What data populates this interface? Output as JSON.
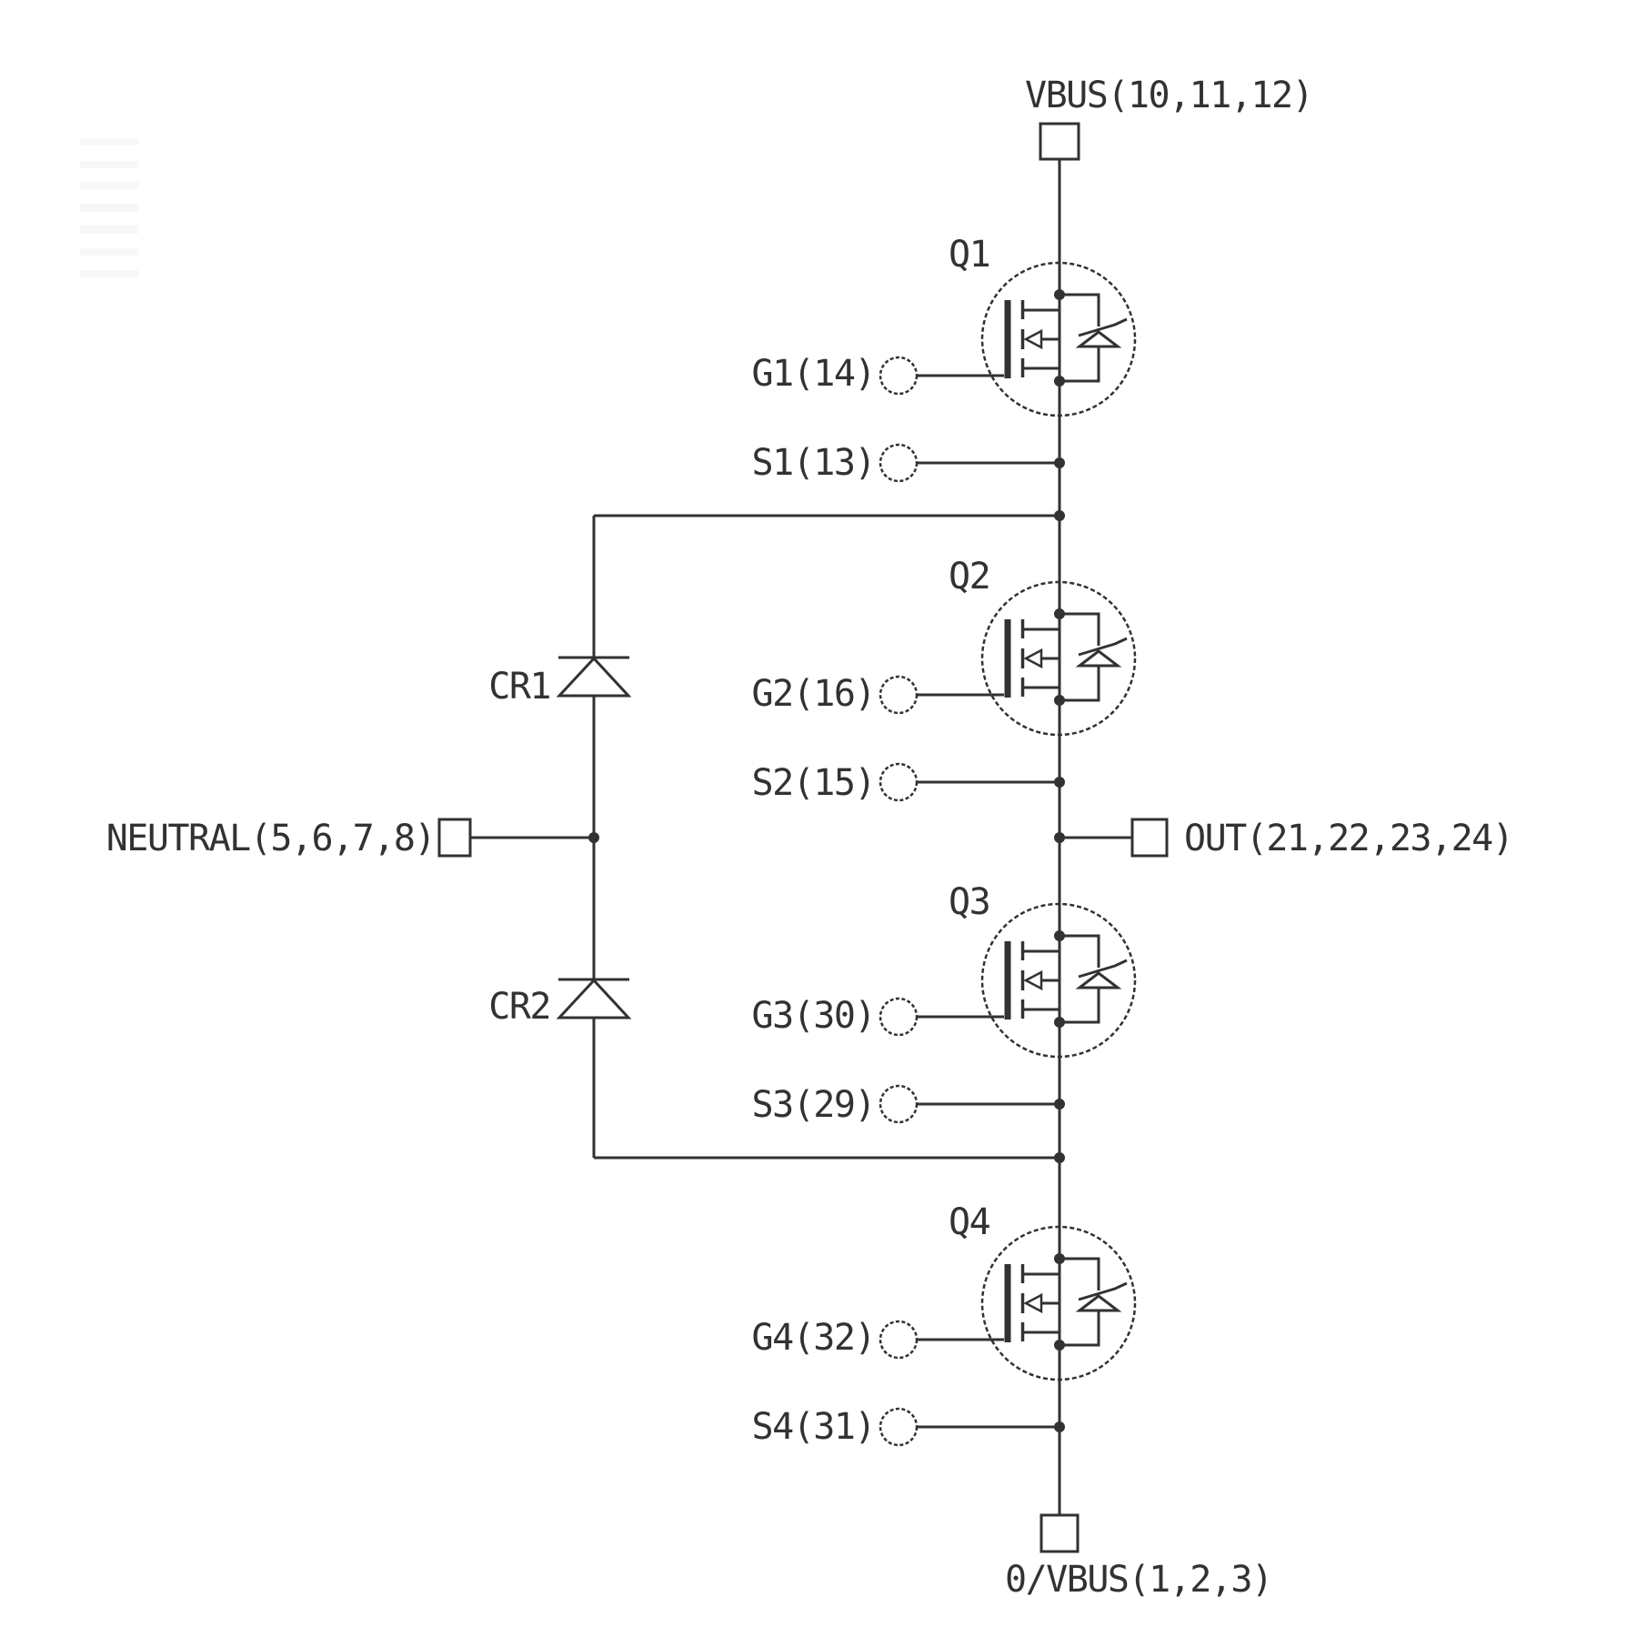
{
  "schematic": {
    "description": "Three-level NPC half-bridge power module schematic with four MOSFETs and two clamp diodes",
    "colors": {
      "line": "#323232",
      "background": "#ffffff"
    },
    "bus_terminals": {
      "vbus": "VBUS(10,11,12)",
      "neutral": "NEUTRAL(5,6,7,8)",
      "out": "OUT(21,22,23,24)",
      "zero_vbus": "0/VBUS(1,2,3)"
    },
    "transistors": [
      {
        "name": "Q1",
        "gate_pin": "G1(14)",
        "source_pin": "S1(13)"
      },
      {
        "name": "Q2",
        "gate_pin": "G2(16)",
        "source_pin": "S2(15)"
      },
      {
        "name": "Q3",
        "gate_pin": "G3(30)",
        "source_pin": "S3(29)"
      },
      {
        "name": "Q4",
        "gate_pin": "G4(32)",
        "source_pin": "S4(31)"
      }
    ],
    "clamp_diodes": [
      {
        "name": "CR1"
      },
      {
        "name": "CR2"
      }
    ]
  }
}
